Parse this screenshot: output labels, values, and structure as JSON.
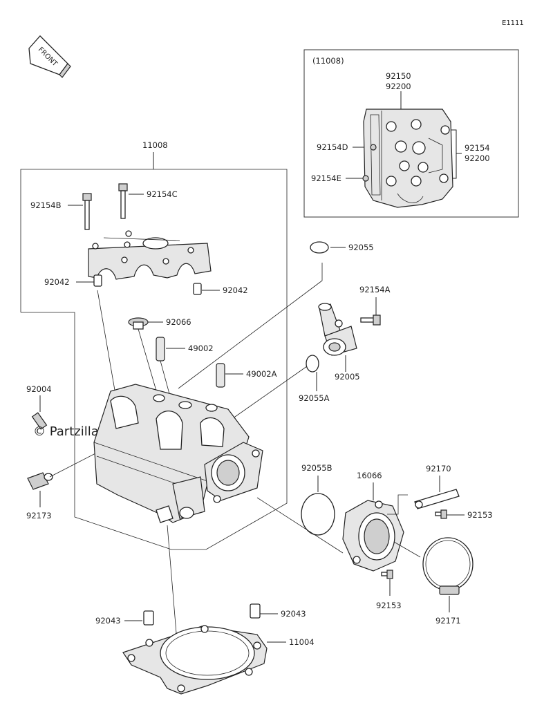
{
  "diagram_code": "E1111",
  "front_label": "FRONT",
  "watermark": "© Partzilla.com",
  "inset": {
    "title": "(11008)",
    "callouts": {
      "top_1": "92150",
      "top_2": "92200",
      "right_1": "92154",
      "right_2": "92200",
      "left_1": "92154D",
      "left_2": "92154E"
    }
  },
  "callouts": {
    "assembly": "11008",
    "bolt_b": "92154B",
    "bolt_c": "92154C",
    "dowel_left": "92042",
    "dowel_right": "92042",
    "plug": "92066",
    "guide": "49002",
    "guide_a": "49002A",
    "stud": "92004",
    "fitting": "92173",
    "oring_top": "92055",
    "bolt_a": "92154A",
    "water_outlet": "92005",
    "oring_a": "92055A",
    "oring_b": "92055B",
    "holder": "16066",
    "clamp_plate": "92170",
    "screw_right": "92153",
    "screw_bottom": "92153",
    "band": "92171",
    "dowel_bottom_left": "92043",
    "dowel_bottom_right": "92043",
    "gasket": "11004"
  }
}
